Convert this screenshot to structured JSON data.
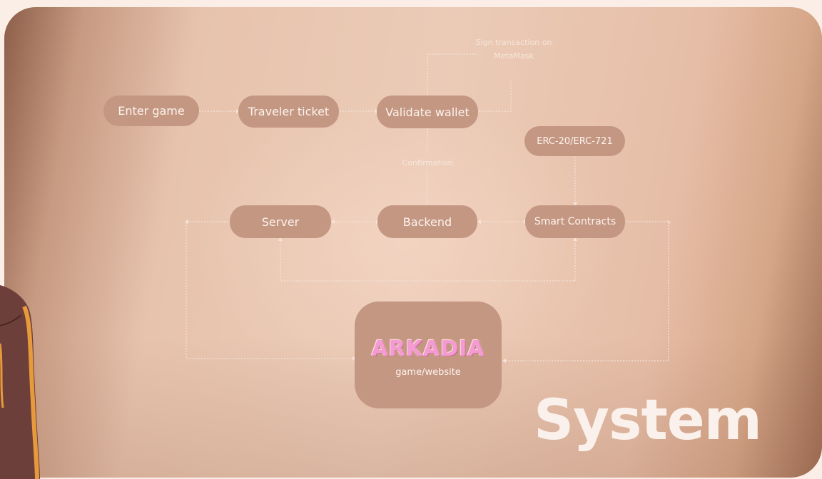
{
  "nodes": {
    "enter_game": "Enter game",
    "traveler_ticket": "Traveler ticket",
    "validate_wallet": "Validate wallet",
    "erc": "ERC-20/ERC-721",
    "server": "Server",
    "backend": "Backend",
    "smart_contracts": "Smart Contracts"
  },
  "notes": {
    "sign_transaction": "Sign transaction on MetaMask",
    "confirmation": "Confirmation"
  },
  "game": {
    "logo_text": "ARKADIA",
    "caption": "game/website"
  },
  "title": "System"
}
